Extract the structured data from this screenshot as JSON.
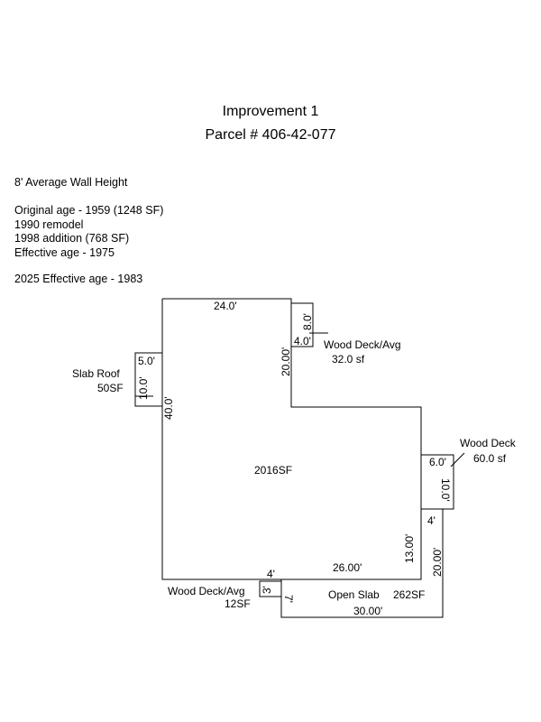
{
  "header": {
    "title": "Improvement 1",
    "parcel": "Parcel # 406-42-077"
  },
  "notes": {
    "wall_height": "8' Average Wall Height",
    "history": [
      "Original age - 1959 (1248 SF)",
      "1990 remodel",
      "1998 addition (768 SF)",
      "Effective age - 1975"
    ],
    "effective_2025": "2025 Effective age - 1983"
  },
  "sketch": {
    "main_area": "2016SF",
    "dims": {
      "top_width": "24.0'",
      "left_height": "40.0'",
      "inner_drop": "20.00'",
      "bottom_width": "26.00'",
      "right_height": "13.00'",
      "bottom_small": "4'"
    },
    "slab_roof": {
      "label": "Slab Roof",
      "area": "50SF",
      "w": "5.0'",
      "h": "10.0'"
    },
    "deck_avg_top": {
      "label": "Wood Deck/Avg",
      "area": "32.0 sf",
      "w": "4.0'",
      "h": "8.0'"
    },
    "deck_right": {
      "label": "Wood Deck",
      "area": "60.0 sf",
      "w": "6.0'",
      "h": "10.0'"
    },
    "deck_avg_bottom": {
      "label": "Wood Deck/Avg",
      "area": "12SF",
      "w": "3'",
      "d": "4'"
    },
    "open_slab": {
      "label": "Open Slab",
      "area": "262SF",
      "width": "30.00'",
      "height": "20.00'",
      "top": "4'",
      "offset": "7'"
    }
  }
}
